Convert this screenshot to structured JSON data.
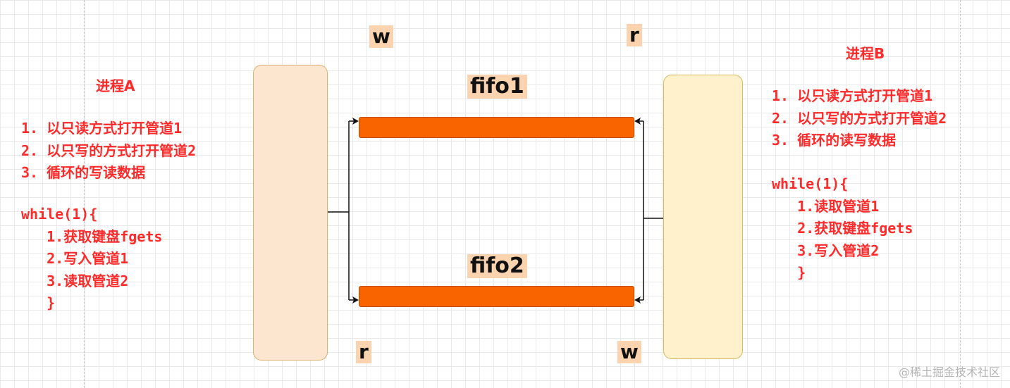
{
  "process_a": {
    "title": "进程A",
    "steps": "1. 以只读方式打开管道1\n2. 以只写的方式打开管道2\n3. 循环的写读数据",
    "loop": "while(1){\n   1.获取键盘fgets\n   2.写入管道1\n   3.读取管道2\n   }"
  },
  "process_b": {
    "title": "进程B",
    "steps": "1. 以只读方式打开管道1\n2. 以只写的方式打开管道2\n3. 循环的读写数据",
    "loop": "while(1){\n   1.读取管道1\n   2.获取键盘fgets\n   3.写入管道2\n   }"
  },
  "pipes": {
    "fifo1": "fifo1",
    "fifo2": "fifo2"
  },
  "ends": {
    "fifo1_left": "w",
    "fifo1_right": "r",
    "fifo2_left": "r",
    "fifo2_right": "w"
  },
  "watermark": "@稀土掘金技术社区",
  "colors": {
    "process_text": "#ff2a2a",
    "pipe_fill": "#fa6400",
    "process_a_fill": "#fde6cf",
    "process_b_fill": "#fef1cc",
    "label_highlight": "#fbd3ae"
  }
}
